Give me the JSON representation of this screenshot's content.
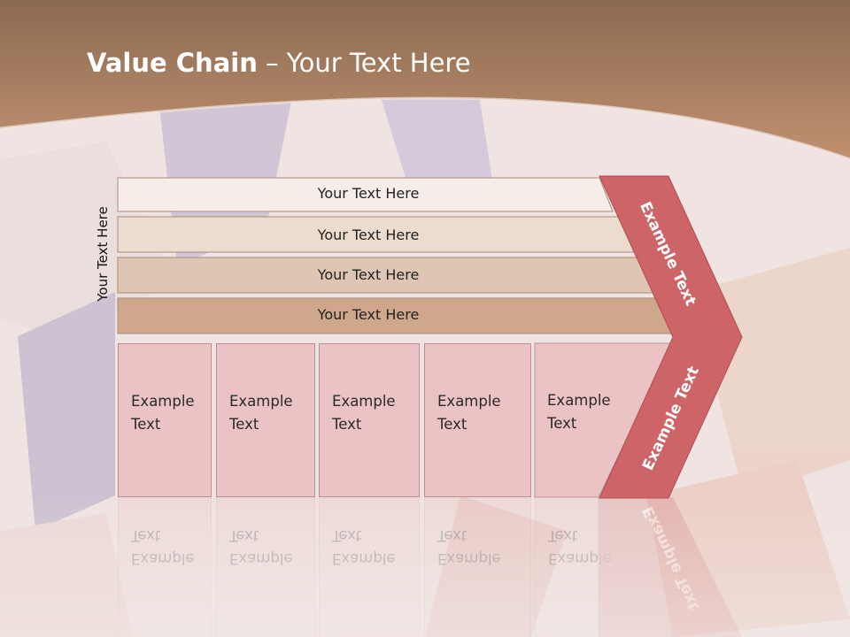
{
  "slide": {
    "title_bold": "Value Chain",
    "title_rest": " – Your Text Here",
    "side_label": "Your Text Here",
    "rows": [
      {
        "text": "Your Text Here"
      },
      {
        "text": "Your Text Here"
      },
      {
        "text": "Your Text Here"
      },
      {
        "text": "Your Text Here"
      }
    ],
    "boxes": [
      {
        "line1": "Example",
        "line2": "Text"
      },
      {
        "line1": "Example",
        "line2": "Text"
      },
      {
        "line1": "Example",
        "line2": "Text"
      },
      {
        "line1": "Example",
        "line2": "Text"
      },
      {
        "line1": "Example",
        "line2": "Text"
      }
    ],
    "arrow_top_label": "Example Text",
    "arrow_bottom_label": "Example Text"
  },
  "colors": {
    "header_band": "#a9785e",
    "row_1": "#f6ede8",
    "row_2": "#ecdcd0",
    "row_3": "#dfc6b4",
    "row_4": "#cfa88c",
    "box_fill": "#ebc3c5",
    "arrow_fill": "#cc6468"
  }
}
